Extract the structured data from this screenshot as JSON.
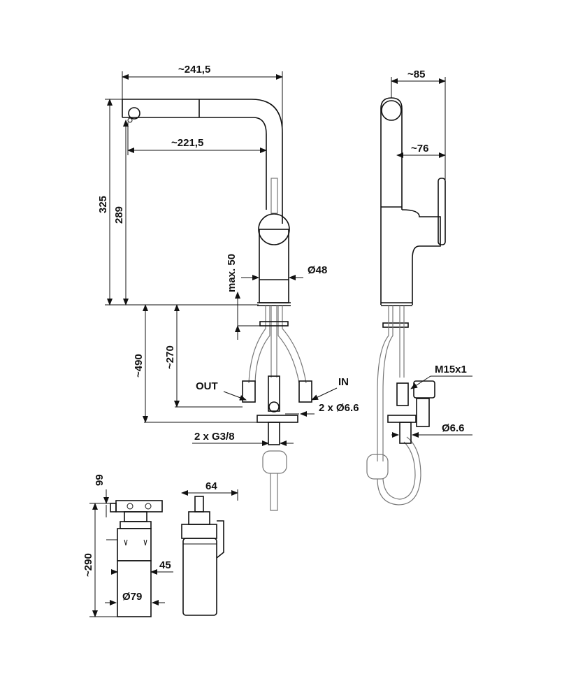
{
  "front_view": {
    "width_total": "~241,5",
    "width_spout": "~221,5",
    "height_total": "325",
    "height_spout": "289",
    "diameter_body": "Ø48",
    "max_thickness": "max. 50",
    "hose_length": "~490",
    "connection_length": "~270",
    "outlet_label": "OUT",
    "inlet_label": "IN",
    "pipe_diameter": "2 x Ø6.6",
    "thread": "2 x G3/8"
  },
  "side_view": {
    "depth_total": "~85",
    "depth_lever": "~76",
    "thread": "M15x1",
    "pipe_diameter": "Ø6.6"
  },
  "filter_front": {
    "top_height": "99",
    "total_height": "~290",
    "offset": "45",
    "diameter": "Ø79"
  },
  "filter_side": {
    "width": "64"
  }
}
